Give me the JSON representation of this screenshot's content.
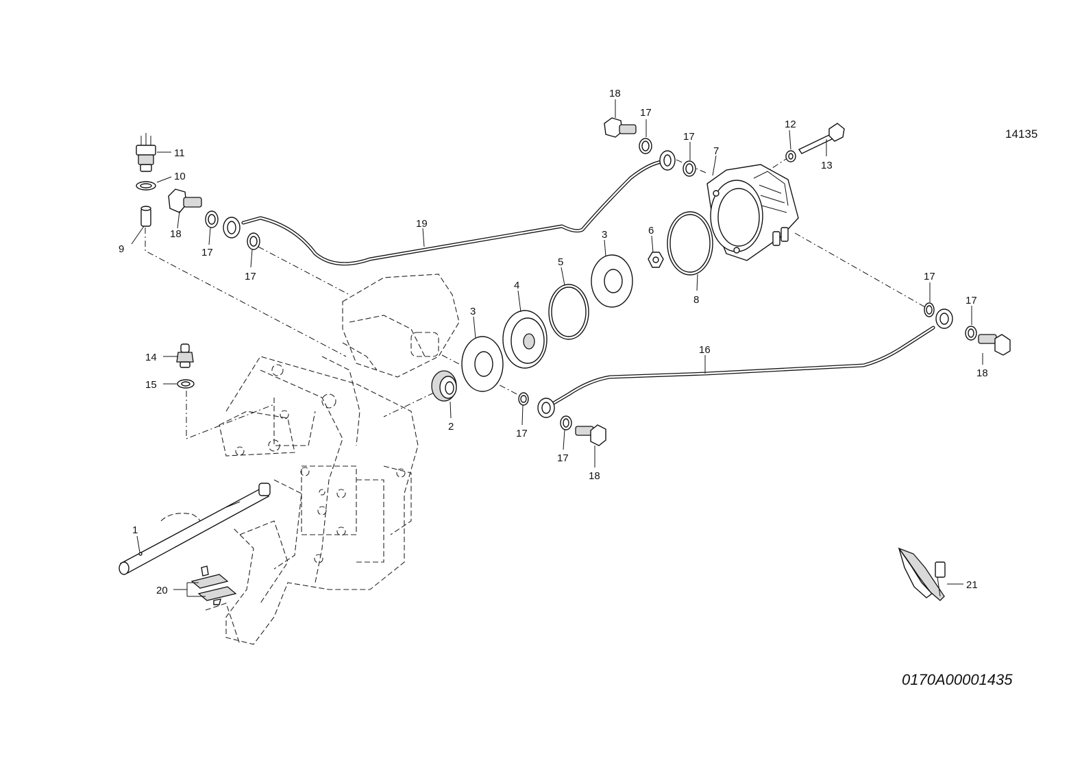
{
  "reference_number": "14135",
  "drawing_code": "0170A00001435",
  "callouts": [
    "1",
    "2",
    "3",
    "3",
    "4",
    "5",
    "6",
    "7",
    "8",
    "9",
    "10",
    "11",
    "12",
    "13",
    "14",
    "15",
    "16",
    "17",
    "17",
    "17",
    "17",
    "17",
    "17",
    "17",
    "17",
    "18",
    "18",
    "18",
    "18",
    "19",
    "20",
    "21"
  ]
}
